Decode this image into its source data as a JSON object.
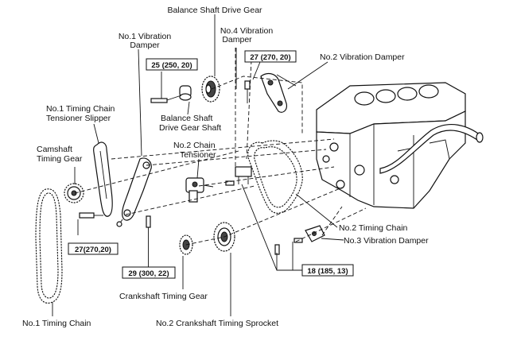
{
  "labels": {
    "balance_shaft_drive_gear": "Balance Shaft Drive Gear",
    "no1_vibration_damper_l1": "No.1 Vibration",
    "no1_vibration_damper_l2": "Damper",
    "no4_vibration_damper_l1": "No.4 Vibration",
    "no4_vibration_damper_l2": "Damper",
    "no2_vibration_damper": "No.2 Vibration Damper",
    "no1_tensioner_slipper_l1": "No.1 Timing Chain",
    "no1_tensioner_slipper_l2": "Tensioner Slipper",
    "balance_shaft_gear_shaft_l1": "Balance Shaft",
    "balance_shaft_gear_shaft_l2": "Drive Gear Shaft",
    "camshaft_timing_gear_l1": "Camshaft",
    "camshaft_timing_gear_l2": "Timing Gear",
    "no2_chain_tensioner_l1": "No.2 Chain",
    "no2_chain_tensioner_l2": "Tensioner",
    "no2_timing_chain": "No.2 Timing Chain",
    "no3_vibration_damper": "No.3 Vibration Damper",
    "crankshaft_timing_gear": "Crankshaft Timing Gear",
    "no1_timing_chain": "No.1 Timing Chain",
    "no2_crankshaft_sprocket": "No.2 Crankshaft Timing Sprocket"
  },
  "torque_specs": {
    "spec_25": "25 (250, 20)",
    "spec_27_top": "27 (270, 20)",
    "spec_27_left": "27(270,20)",
    "spec_29": "29 (300, 22)",
    "spec_18": "18 (185, 13)"
  }
}
